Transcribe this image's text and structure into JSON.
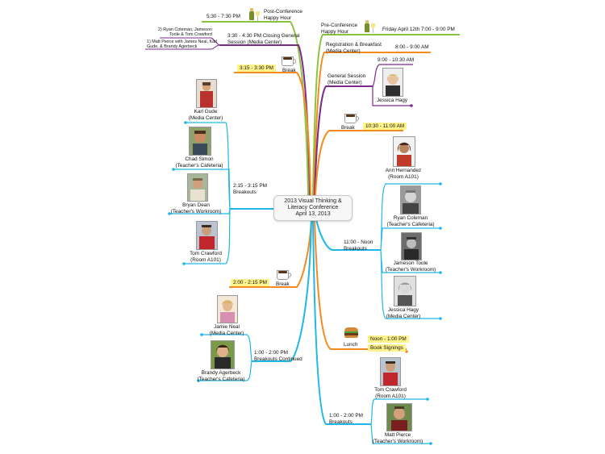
{
  "center": {
    "line1": "2013 Visual Thinking &",
    "line2": "Literacy Conference",
    "line3": "April 13, 2013"
  },
  "colors": {
    "green": "#8ac43f",
    "purple": "#7b2a8c",
    "orange": "#f58b1f",
    "cyan": "#1fb6e8",
    "highlight": "#fff48c"
  },
  "left": {
    "post_conf": {
      "time": "5:30 - 7:30 PM",
      "line1": "Post-Conference",
      "line2": "Happy Hour"
    },
    "closing": {
      "time_title": "3:30 - 4:30 PM Closing General",
      "line2": "Session (Media Center)",
      "note2": "2) Ryan Coleman, Jameson",
      "note2b": "Toole & Tom Crawford",
      "note1": "1) Matt Pierce with James Neal, Karl",
      "note1b": "Gude, & Brandy Agerbeck"
    },
    "break1": {
      "time": "3:15 - 3:30 PM",
      "label": "Break"
    },
    "breakouts1": {
      "time": "2:15 - 3:15 PM",
      "label": "Breakouts",
      "people": [
        {
          "name": "Karl Gude",
          "room": "(Media Center)"
        },
        {
          "name": "Chad Simon",
          "room": "(Teacher's Cafeteria)"
        },
        {
          "name": "Bryan Dean",
          "room": "(Teacher's Workroom)"
        },
        {
          "name": "Tom Crawford",
          "room": "(Room A101)"
        }
      ]
    },
    "break2": {
      "time": "2:00 - 2:15 PM",
      "label": "Break"
    },
    "breakouts_cont": {
      "time": "1:00 - 2:00 PM",
      "label": "Breakouts Continued",
      "people": [
        {
          "name": "Jamie Neal",
          "room": "(Media Center)"
        },
        {
          "name": "Brandy Agerbeck",
          "room": "(Teacher's Cafeteria)"
        }
      ]
    }
  },
  "right": {
    "pre_conf": {
      "line1": "Pre-Conference",
      "line2": "Happy Hour",
      "time": "Friday April 12th 7:00 - 9:00 PM"
    },
    "registration": {
      "line1": "Registration & Breakfast",
      "line2": "(Media Center)",
      "time": "8:00 - 9:00 AM"
    },
    "general": {
      "line1": "General Session",
      "line2": "(Media Center)",
      "time": "9:00 - 10:30 AM",
      "person": "Jessica Hagy"
    },
    "break": {
      "label": "Break",
      "time": "10:30 - 11:00 AM"
    },
    "breakouts_am": {
      "time": "11:00 - Noon",
      "label": "Breakouts",
      "people": [
        {
          "name": "Ann Hernandez",
          "room": "(Room A101)"
        },
        {
          "name": "Ryan Coleman",
          "room": "(Teacher's Cafeteria)"
        },
        {
          "name": "Jameson Toole",
          "room": "(Teacher's Workroom)"
        },
        {
          "name": "Jessica Hagy",
          "room": "(Media Center)"
        }
      ]
    },
    "lunch": {
      "label": "Lunch",
      "time": "Noon - 1:00 PM",
      "sub": "Book Signings"
    },
    "breakouts_pm": {
      "time": "1:00 - 2:00 PM",
      "label": "Breakouts",
      "people": [
        {
          "name": "Tom Crawford",
          "room": "(Room A101)"
        },
        {
          "name": "Matt Pierce",
          "room": "(Teacher's Workroom)"
        }
      ]
    }
  }
}
